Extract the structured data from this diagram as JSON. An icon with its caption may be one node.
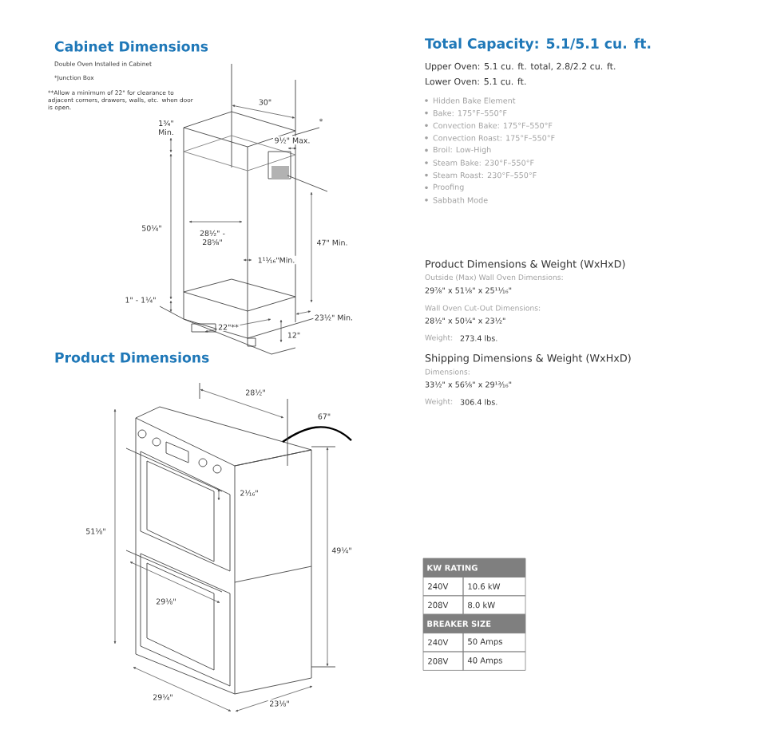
{
  "diagram": {
    "labels": [
      "Cabinet Dimensions",
      "Double Oven Installed in Cabinet",
      "*Junction Box",
      "**Allow a minimum of 22\" for clearance to adjacent corners, drawers, walls, etc. when door is open.",
      "30\"",
      "1¾\" Min.",
      "9½\" Max.",
      "*",
      "50¼\"",
      "28½\" - 28⅝\"",
      "1¹¹⁄₁₆\"Min.",
      "47\" Min.",
      "1\" - 1¼\"",
      "22\"**",
      "23½\" Min.",
      "12\"",
      "Product Dimensions",
      "28½\"",
      "67\"",
      "2¹⁄₁₆\"",
      "51⅛\"",
      "49¼\"",
      "29⅛\"",
      "29¼\"",
      "23⅛\"",
      "Total Capacity: 5.1/5.1 cu. ft.",
      "Upper Oven: 5.1 cu. ft. total, 2.8/2.2 cu. ft.",
      "Lower Oven: 5.1 cu. ft.",
      "Hidden Bake Element",
      "Bake: 175°F–550°F",
      "Convection Bake: 175°F–550°F",
      "Convection Roast: 175°F–550°F",
      "Broil: Low-High",
      "Steam Bake: 230°F–550°F",
      "Steam Roast: 230°F–550°F",
      "Proofing",
      "Sabbath Mode",
      "Product Dimensions & Weight (WxHxD)",
      "Outside (Max) Wall Oven Dimensions:",
      "29⅞\" x 51⅛\" x 25¹¹⁄₁₆\"",
      "Wall Oven Cut-Out Dimensions:",
      "28½\" x 50¼\" x 23½\"",
      "Weight:",
      "273.4 lbs.",
      "Shipping Dimensions & Weight (WxHxD)",
      "Dimensions:",
      "33½\" x 56⅝\" x 29¹³⁄₁₆\"",
      "Weight:",
      "306.4 lbs.",
      "KW RATING",
      "240V",
      "10.6 kW",
      "208V",
      "8.0 kW",
      "BREAKER SIZE",
      "240V",
      "50 Amps",
      "208V",
      "40 Amps"
    ]
  }
}
